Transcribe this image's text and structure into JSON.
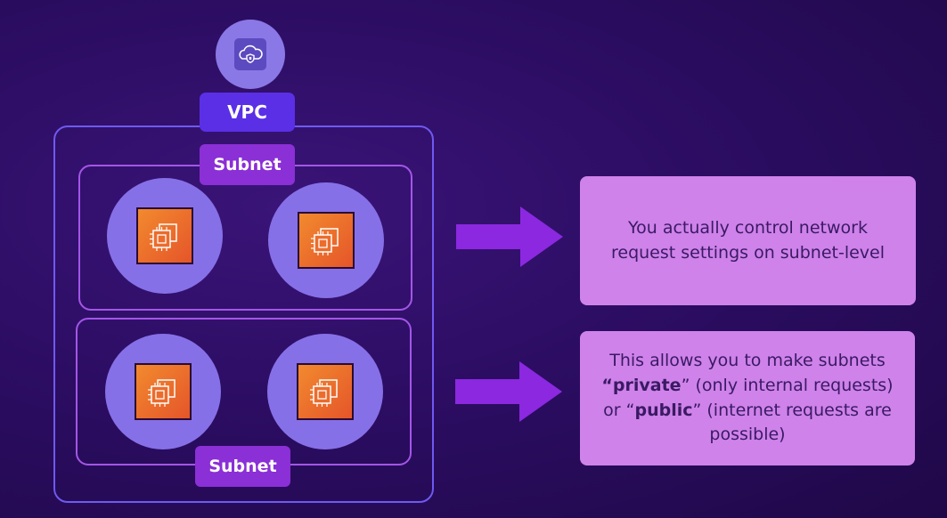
{
  "diagram": {
    "vpc": {
      "label": "VPC",
      "icon": "cloud-shield-icon"
    },
    "subnets": [
      {
        "label": "Subnet",
        "instances": [
          {
            "icon": "ec2-chip-icon"
          },
          {
            "icon": "ec2-chip-icon"
          }
        ]
      },
      {
        "label": "Subnet",
        "instances": [
          {
            "icon": "ec2-chip-icon"
          },
          {
            "icon": "ec2-chip-icon"
          }
        ]
      }
    ],
    "notes": [
      {
        "text": "You actually control network request settings on subnet-level"
      },
      {
        "line1": "This allows you to make subnets",
        "private_open": "“",
        "private_word": "private",
        "private_rest": "” (only internal requests)",
        "or_text": "or “",
        "public_word": "public",
        "public_rest": "” (internet requests are possible)"
      }
    ]
  },
  "colors": {
    "background": "#2c0d63",
    "vpc_label": "#5a2fe6",
    "vpc_border": "#6e5af0",
    "subnet_label": "#8b2fd6",
    "subnet_border": "#a356e6",
    "instance_circle": "#8670e8",
    "chip": "#f28a2e",
    "arrow": "#8b28e0",
    "note_box": "#cf82ea",
    "note_text": "#3a1a63"
  }
}
